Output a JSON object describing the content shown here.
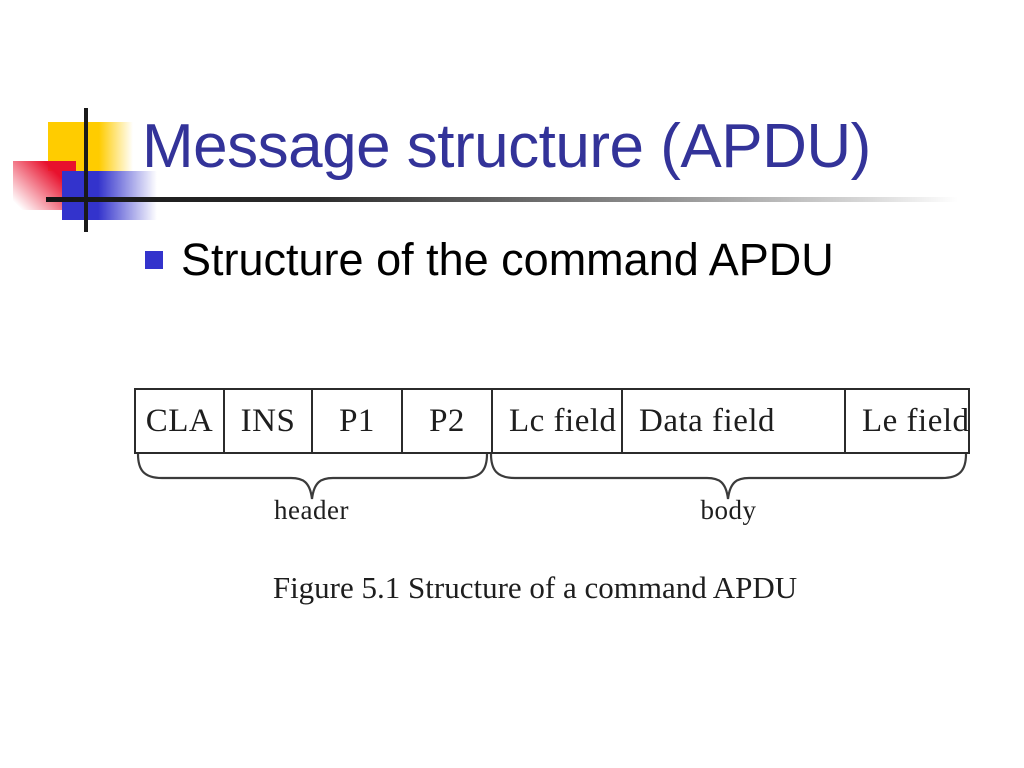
{
  "slide": {
    "title": "Message structure (APDU)",
    "bullet": "Structure of the command APDU"
  },
  "figure": {
    "cells": [
      "CLA",
      "INS",
      "P1",
      "P2",
      "Lc field",
      "Data field",
      "Le field"
    ],
    "brace_labels": {
      "header": "header",
      "body": "body"
    },
    "caption": "Figure 5.1 Structure of a command APDU"
  },
  "colors": {
    "title_text": "#333399",
    "bullet_marker": "#3333cc",
    "decor_yellow": "#ffcc00",
    "decor_red": "#e8112d",
    "decor_blue": "#3333cc",
    "rule_line": "#1a1a1a",
    "figure_ink": "#1e1e1e",
    "background": "#ffffff"
  }
}
